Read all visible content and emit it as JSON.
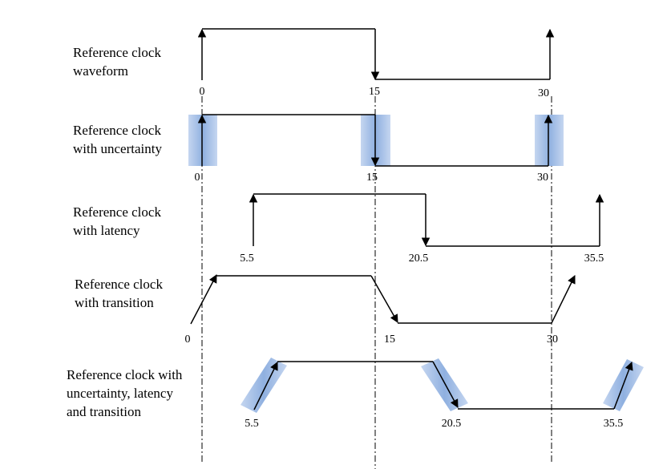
{
  "rows": [
    {
      "label": "Reference clock\nwaveform",
      "ticks": [
        "0",
        "15",
        "30"
      ]
    },
    {
      "label": "Reference clock\nwith uncertainty",
      "ticks": [
        "0",
        "15",
        "30"
      ]
    },
    {
      "label": "Reference clock\nwith latency",
      "ticks": [
        "5.5",
        "20.5",
        "35.5"
      ]
    },
    {
      "label": "Reference clock\nwith transition",
      "ticks": [
        "0",
        "15",
        "30"
      ]
    },
    {
      "label": "Reference clock with\nuncertainty, latency\nand transition",
      "ticks": [
        "5.5",
        "20.5",
        "35.5"
      ]
    }
  ],
  "colors": {
    "line": "#000000",
    "uncertainty_band": "#9db9e3"
  }
}
